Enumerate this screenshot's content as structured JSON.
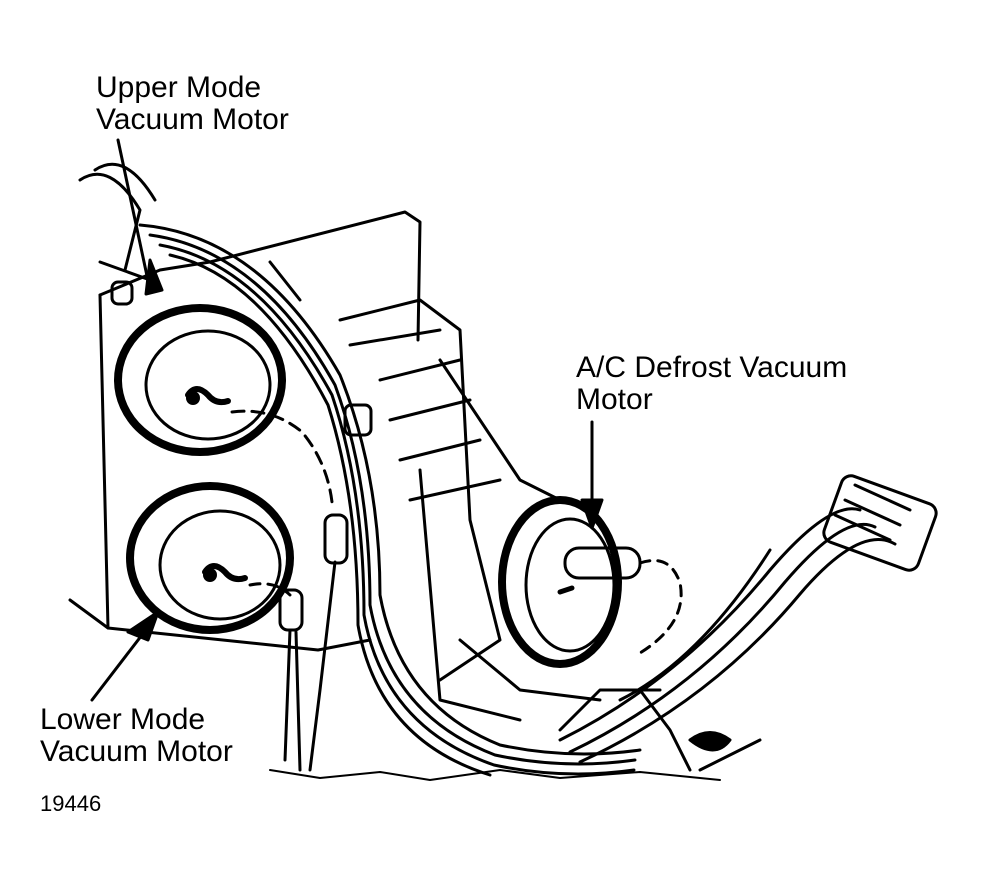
{
  "labels": {
    "upper_mode": [
      "Upper Mode",
      "Vacuum Motor"
    ],
    "ac_defrost": [
      "A/C Defrost Vacuum",
      "Motor"
    ],
    "lower_mode": [
      "Lower Mode",
      "Vacuum Motor"
    ]
  },
  "figure_number": "19446",
  "colors": {
    "ink": "#000000",
    "paper": "#ffffff"
  }
}
